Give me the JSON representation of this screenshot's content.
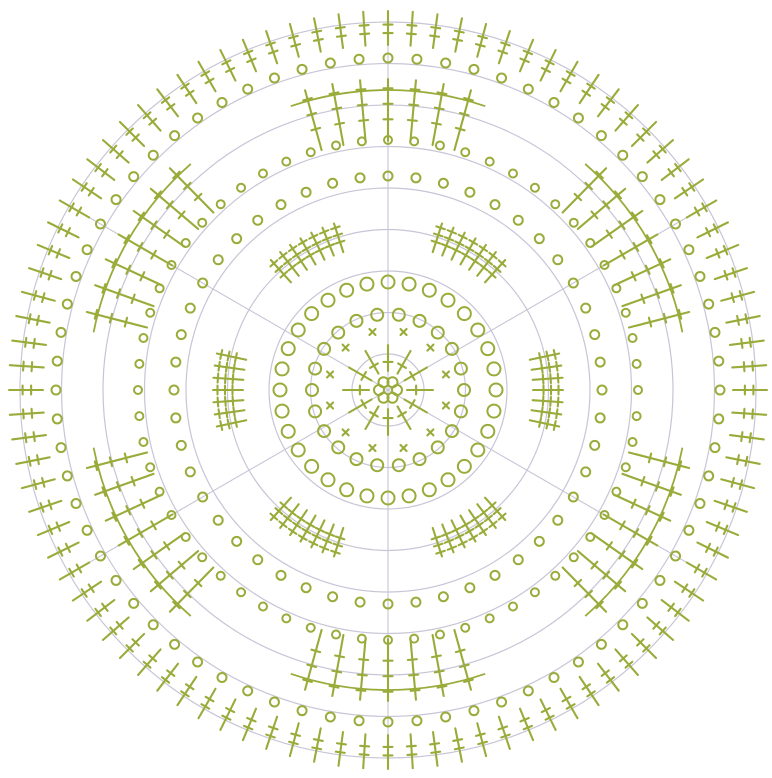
{
  "diagram": {
    "kind": "crochet round motif chart",
    "colors": {
      "background": "#ffffff",
      "guide": "#c7c5d6",
      "stitch": "#9aab3a"
    },
    "symmetry_segments": 6,
    "guide_ring_count": 9,
    "rounds": [
      {
        "round": 1,
        "symbol": "center-ring"
      },
      {
        "round": 2,
        "symbol": "single-crochet"
      },
      {
        "round": 3,
        "symbol": "chain"
      },
      {
        "round": 4,
        "symbol": "chain"
      },
      {
        "round": 5,
        "symbol": "double-crochet-cluster"
      },
      {
        "round": 6,
        "symbol": "chain"
      },
      {
        "round": 7,
        "symbol": "double-crochet-fan"
      },
      {
        "round": 8,
        "symbol": "chain"
      },
      {
        "round": 9,
        "symbol": "double-crochet-edging"
      }
    ],
    "legend": []
  }
}
